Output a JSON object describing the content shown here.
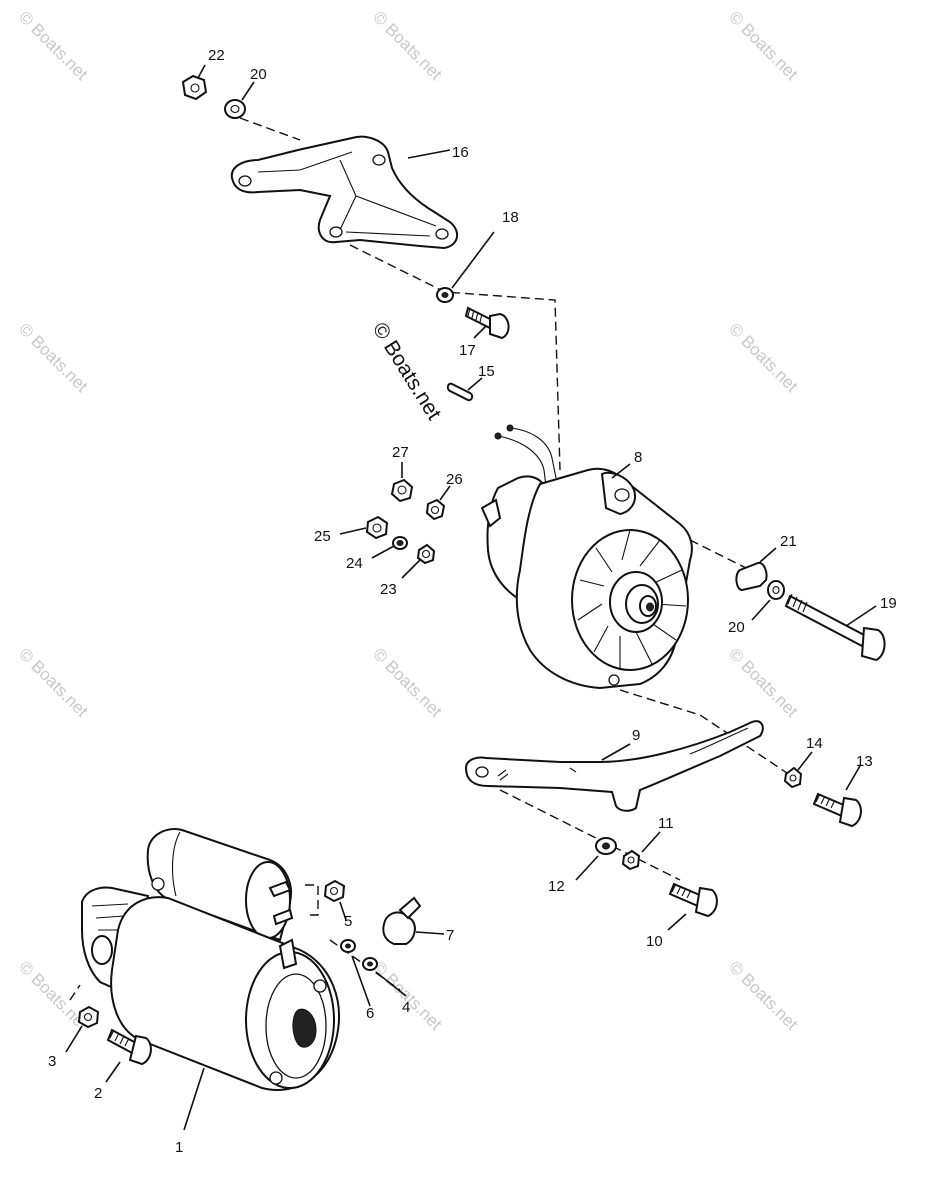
{
  "diagram": {
    "watermark_center": "© Boats.net",
    "watermark_tile": "© Boats.net",
    "part_labels": {
      "p1": "1",
      "p2": "2",
      "p3": "3",
      "p4": "4",
      "p5": "5",
      "p6": "6",
      "p7": "7",
      "p8": "8",
      "p9": "9",
      "p10": "10",
      "p11": "11",
      "p12": "12",
      "p13": "13",
      "p14": "14",
      "p15": "15",
      "p16": "16",
      "p17": "17",
      "p18": "18",
      "p19": "19",
      "p20a": "20",
      "p20b": "20",
      "p21": "21",
      "p22": "22",
      "p23": "23",
      "p24": "24",
      "p25": "25",
      "p26": "26",
      "p27": "27"
    }
  }
}
